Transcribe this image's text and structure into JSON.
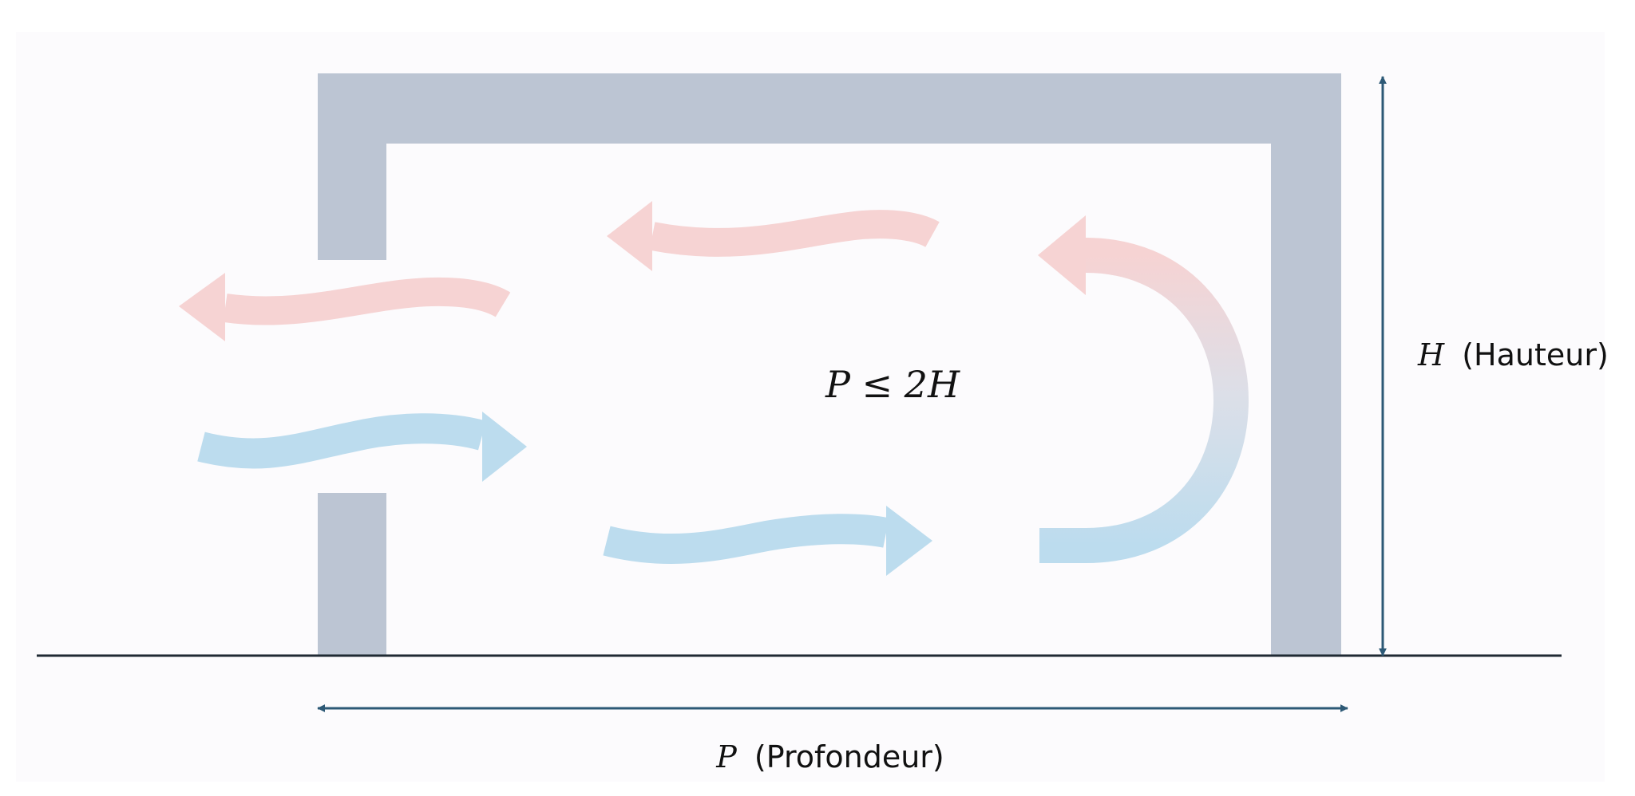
{
  "diagram": {
    "formula": "P ≤ 2H",
    "height_label": {
      "symbol": "H",
      "text": "(Hauteur)"
    },
    "depth_label": {
      "symbol": "P",
      "text": "(Profondeur)"
    },
    "colors": {
      "background": "#ffffff",
      "panel": "#fcfbfd",
      "wall": "#bcc5d3",
      "warm_air": "#f6d3d3",
      "cool_air": "#bcdcee",
      "dimension_line": "#2d5976",
      "ground_line": "#1f2a33"
    },
    "flows": {
      "warm_air_direction": "outward",
      "cool_air_direction": "inward"
    }
  }
}
